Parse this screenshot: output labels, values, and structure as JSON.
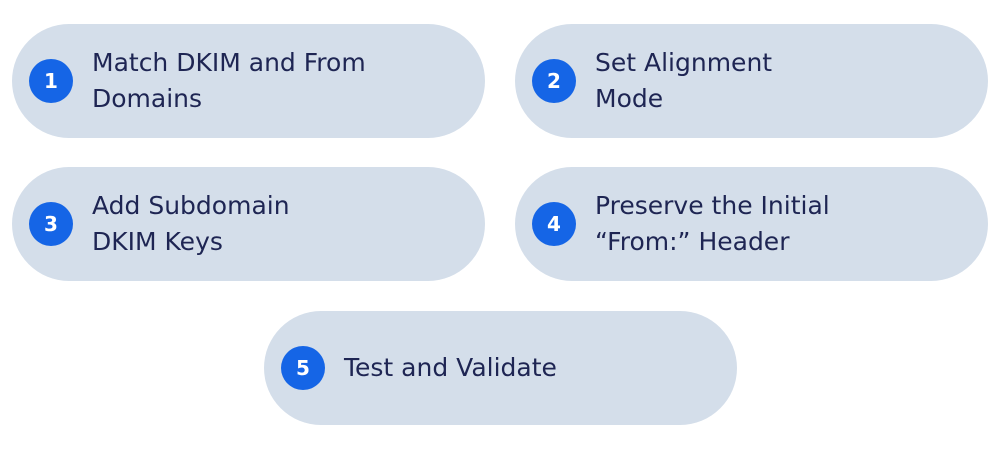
{
  "steps": [
    {
      "number": "1",
      "label": "Match DKIM and From\nDomains"
    },
    {
      "number": "2",
      "label": "Set Alignment\nMode"
    },
    {
      "number": "3",
      "label": "Add Subdomain\nDKIM Keys"
    },
    {
      "number": "4",
      "label": "Preserve the Initial\n“From:” Header"
    },
    {
      "number": "5",
      "label": "Test and Validate"
    }
  ],
  "colors": {
    "pill_background": "#d4deea",
    "badge": "#1565e6",
    "text": "#1e2553"
  }
}
